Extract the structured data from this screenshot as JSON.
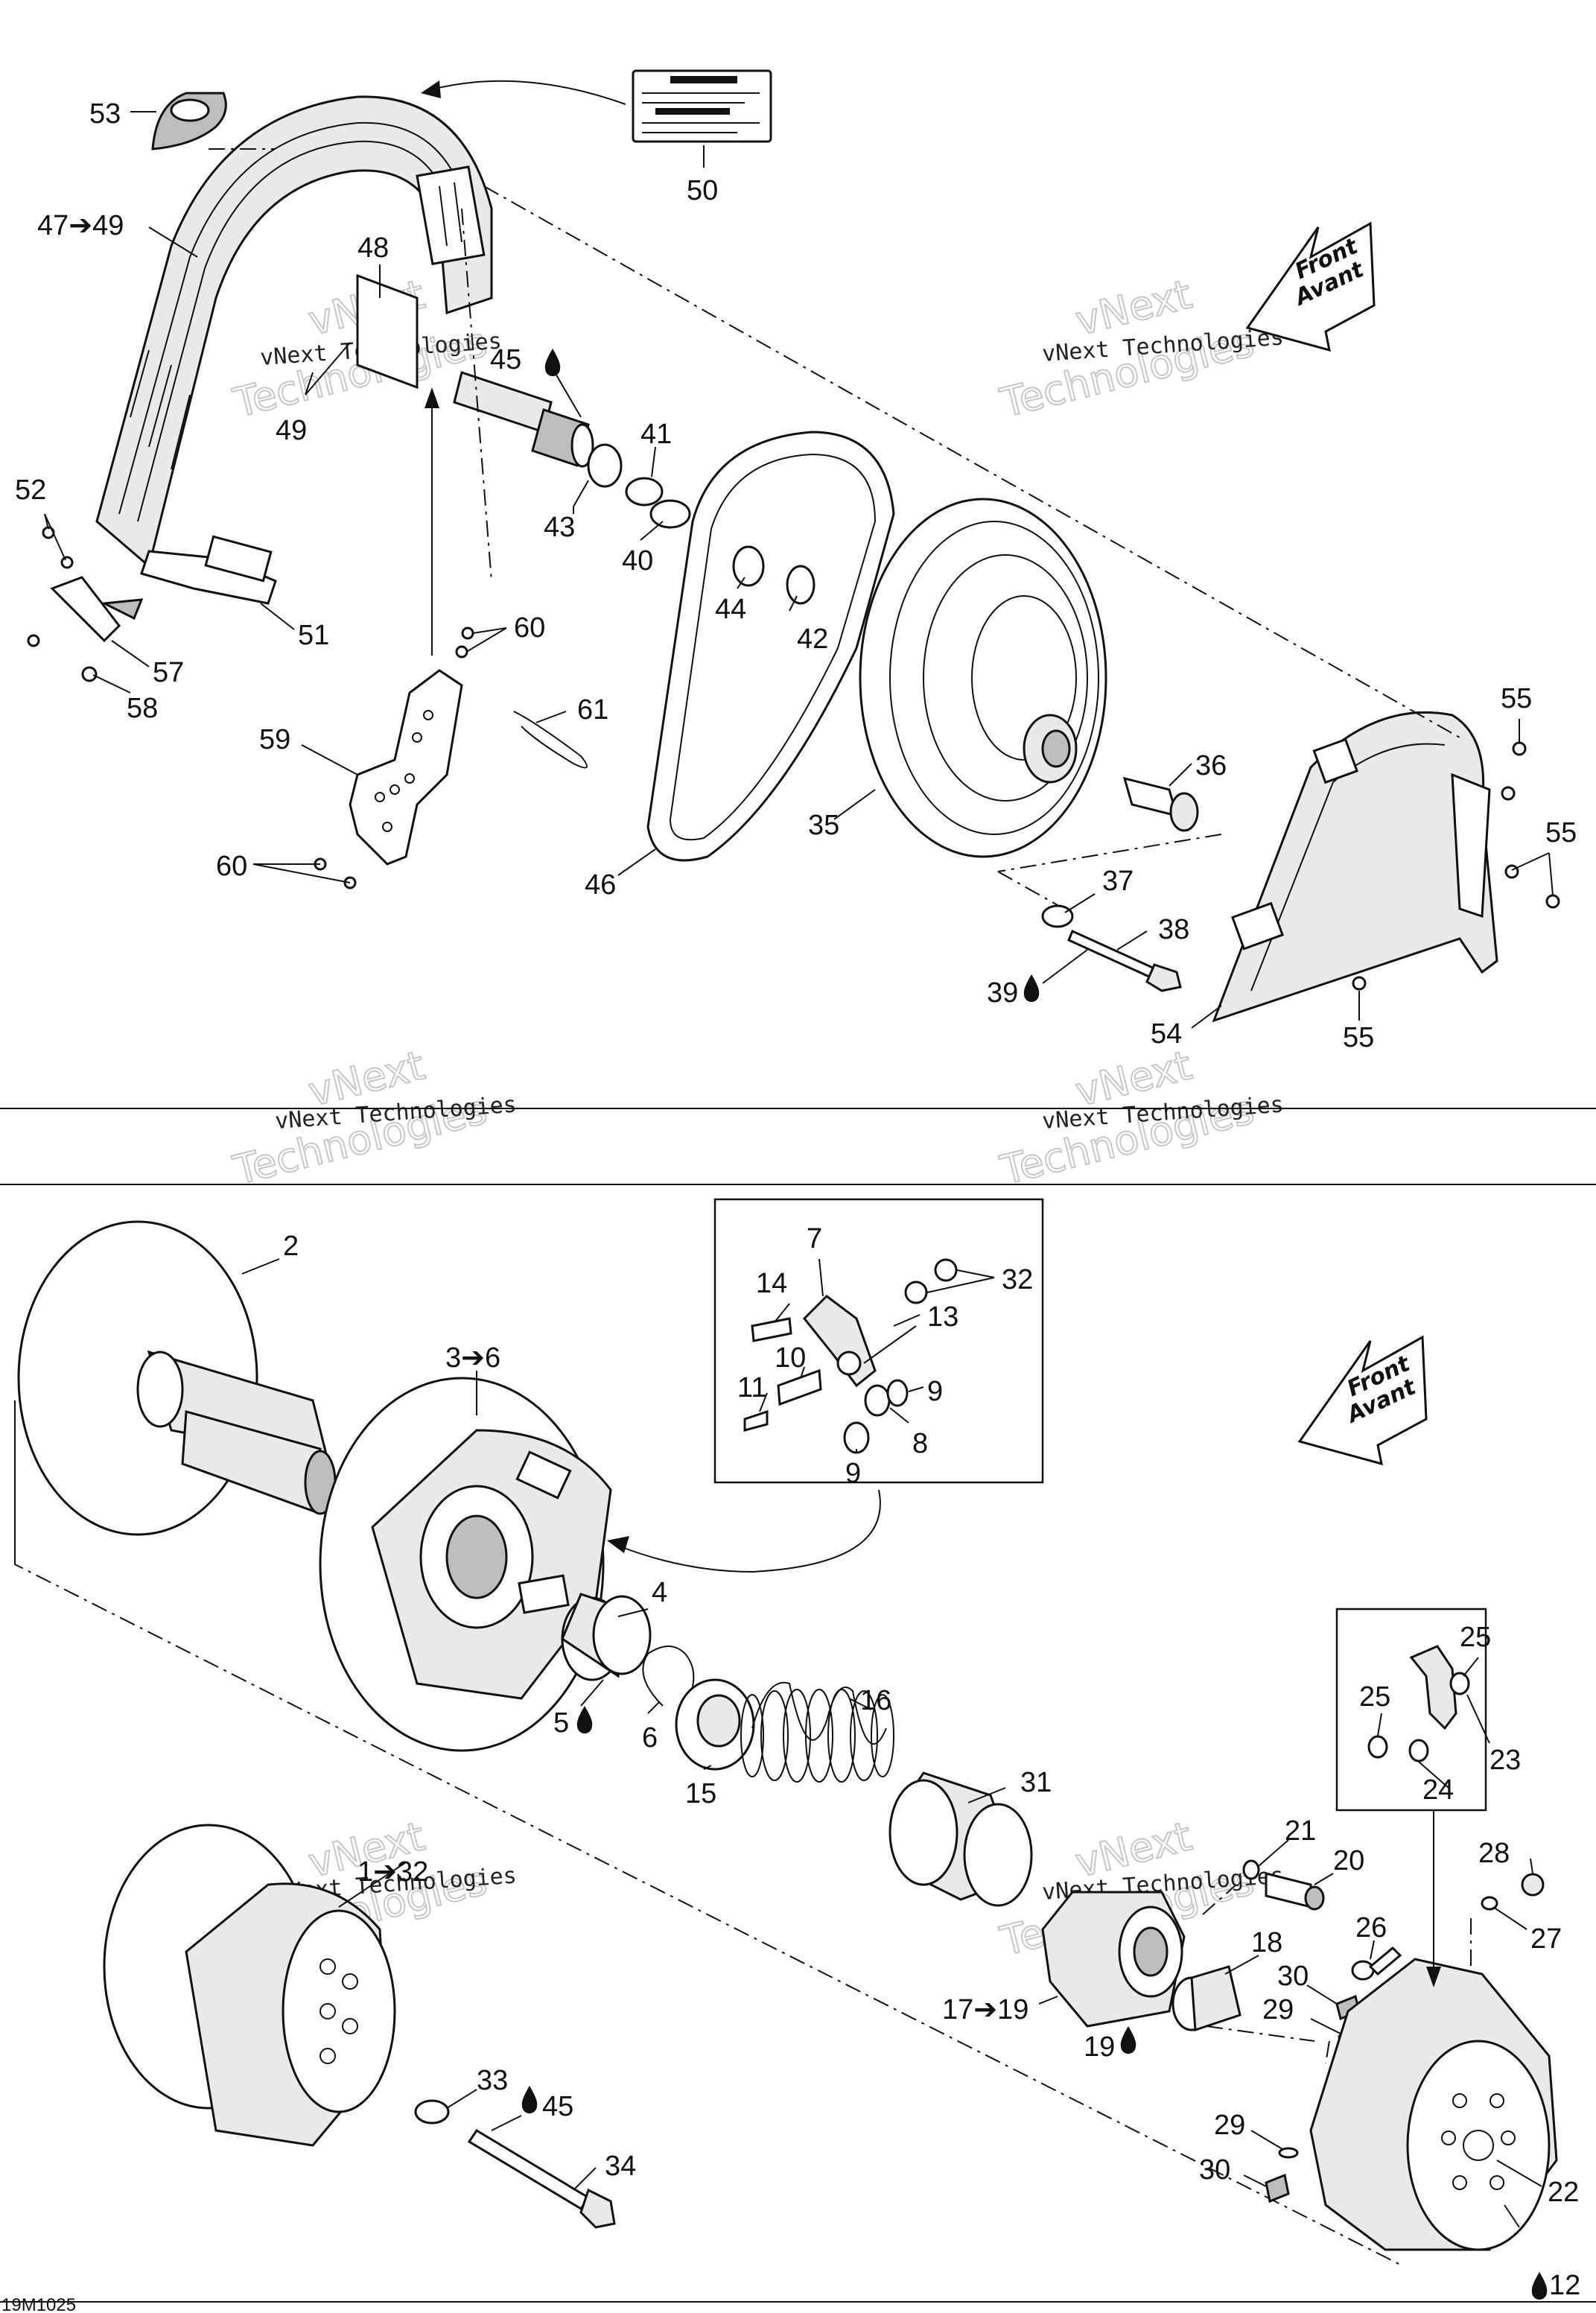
{
  "diagram": {
    "code": "19M1025",
    "front_label_1": "Front",
    "front_label_2": "Avant",
    "watermark_1": "vNext Technologies",
    "watermark_2": "vNext",
    "watermark_3": "Technologies"
  },
  "callouts": {
    "c53": "53",
    "c50": "50",
    "c47": "47➔49",
    "c48": "48",
    "c45": "45",
    "c49": "49",
    "c41": "41",
    "c43": "43",
    "c40": "40",
    "c52": "52",
    "c44": "44",
    "c42": "42",
    "c51": "51",
    "c60a": "60",
    "c57": "57",
    "c58": "58",
    "c61": "61",
    "c59": "59",
    "c55a": "55",
    "c36": "36",
    "c35": "35",
    "c55b": "55",
    "c46": "46",
    "c60b": "60",
    "c37": "37",
    "c38": "38",
    "c39": "39",
    "c54": "54",
    "c55c": "55",
    "c2": "2",
    "c7": "7",
    "c32": "32",
    "c14": "14",
    "c3": "3➔6",
    "c13": "13",
    "c10": "10",
    "c11": "11",
    "c9a": "9",
    "c9b": "9",
    "c8": "8",
    "c4": "4",
    "c25a": "25",
    "c25b": "25",
    "c16": "16",
    "c5": "5",
    "c6": "6",
    "c15": "15",
    "c23": "23",
    "c24": "24",
    "c31": "31",
    "c21": "21",
    "c1": "1➔32",
    "c20": "20",
    "c28": "28",
    "c27": "27",
    "c26": "26",
    "c18": "18",
    "c30a": "30",
    "c17": "17➔19",
    "c29a": "29",
    "c19": "19",
    "c33": "33",
    "c45b": "45",
    "c29b": "29",
    "c34": "34",
    "c30b": "30",
    "c22": "22",
    "c12": "12"
  }
}
